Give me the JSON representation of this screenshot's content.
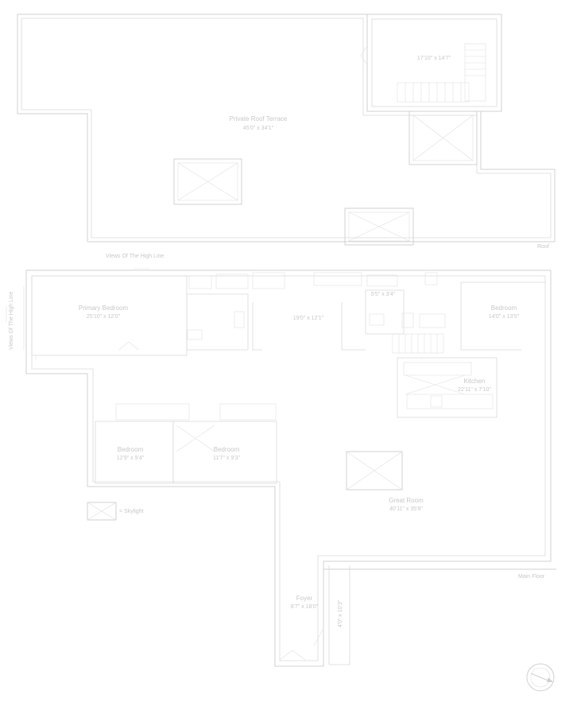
{
  "floorplan": {
    "labels": {
      "roof": "Roof",
      "main_floor": "Main Floor",
      "views_top": "Views Of The High Line",
      "views_side": "Views Of The High Line",
      "skylight_legend": "= Skylight"
    },
    "rooms": {
      "roof_terrace": {
        "name": "Private Roof Terrace",
        "dims": "45'0\" x 34'1\""
      },
      "roof_room": {
        "name": "",
        "dims": "17'10\" x 14'7\""
      },
      "primary_bedroom": {
        "name": "Primary Bedroom",
        "dims": "25'10\" x 12'0\""
      },
      "hall": {
        "name": "",
        "dims": "19'0\" x 12'1\""
      },
      "small_room": {
        "name": "",
        "dims": "5'5\" x 3'4\""
      },
      "bedroom_right": {
        "name": "Bedroom",
        "dims": "14'0\" x 13'5\""
      },
      "kitchen": {
        "name": "Kitchen",
        "dims": "22'11\" x 7'10\""
      },
      "bedroom_left": {
        "name": "Bedroom",
        "dims": "12'9\" x 9'4\""
      },
      "bedroom_middle": {
        "name": "Bedroom",
        "dims": "11'7\" x 9'3\""
      },
      "great_room": {
        "name": "Great Room",
        "dims": "40'11\" x 35'8\""
      },
      "foyer": {
        "name": "Foyer",
        "dims": "8'7\" x 18'0\""
      },
      "foyer_side": {
        "name": "",
        "dims": "4'0\" x 10'3\""
      }
    }
  }
}
